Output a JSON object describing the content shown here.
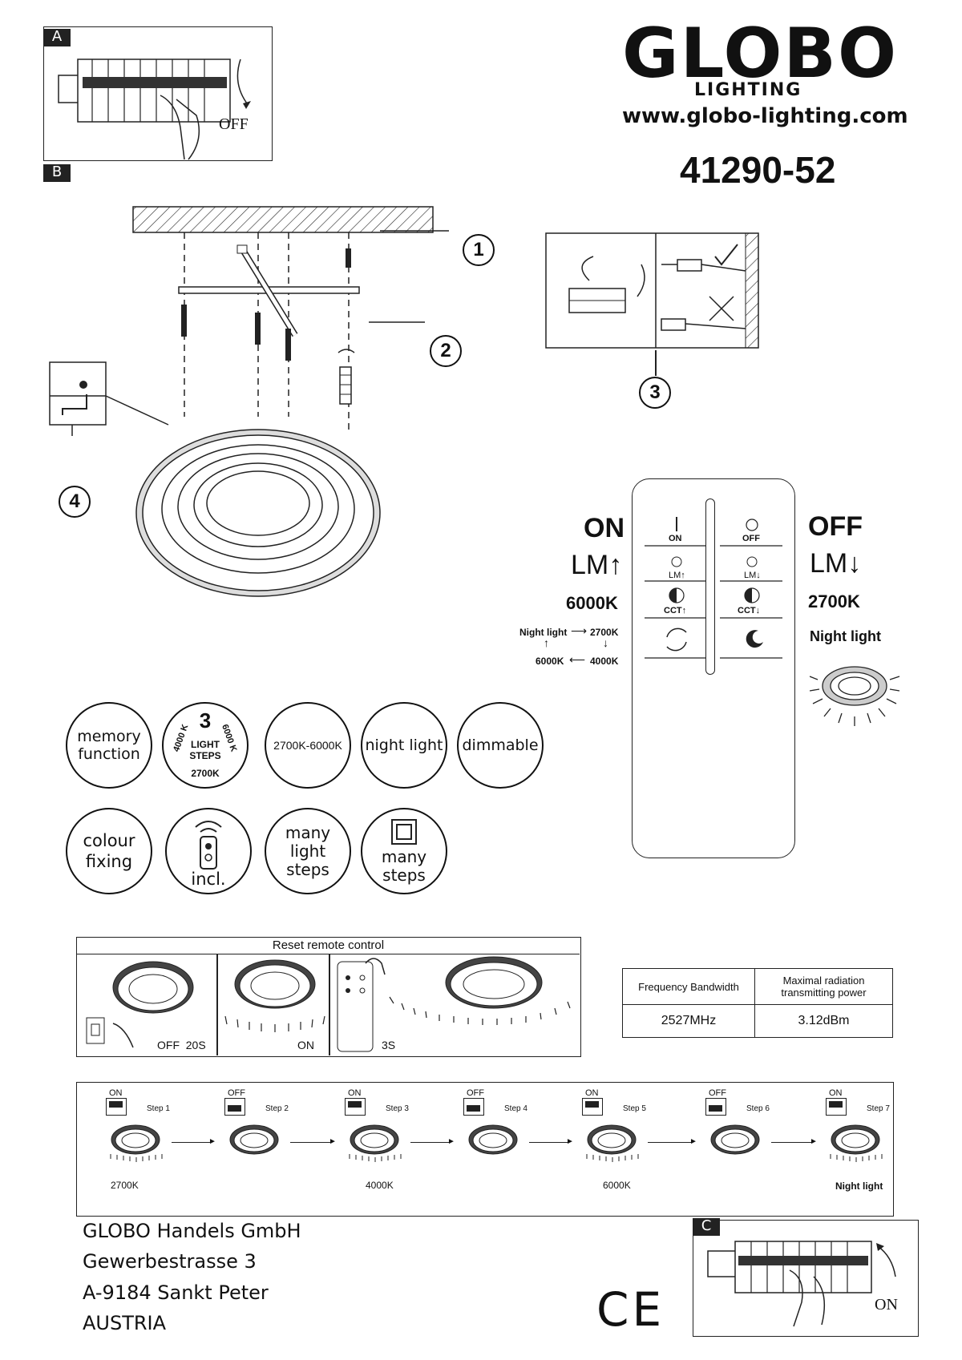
{
  "brand": {
    "name": "GLOBO",
    "sub": "LIGHTING",
    "url": "www.globo-lighting.com"
  },
  "model": "41290-52",
  "panels": {
    "a": "A",
    "b": "B",
    "c": "C"
  },
  "panel_a": {
    "off_label": "OFF"
  },
  "panel_c": {
    "on_label": "ON"
  },
  "steps_numbers": [
    "1",
    "2",
    "3",
    "4"
  ],
  "remote_labels": {
    "left": {
      "on": "ON",
      "lm": "LM",
      "k": "6000K"
    },
    "right": {
      "off": "OFF",
      "lm": "LM",
      "k": "2700K",
      "night": "Night light"
    },
    "cycle": {
      "night": "Night light",
      "k2700": "2700K",
      "k6000": "6000K",
      "k4000": "4000K"
    },
    "buttons": {
      "on": "ON",
      "off": "OFF",
      "lm_up": "LM",
      "lm_down": "LM",
      "cct_up": "CCT",
      "cct_down": "CCT"
    }
  },
  "features": {
    "memory": "memory function",
    "steps3_num": "3",
    "steps3_text": "LIGHT STEPS",
    "steps3_k4000": "4000 K",
    "steps3_k6000": "6000 K",
    "steps3_k2700": "2700K",
    "cct_range": "2700K-6000K",
    "night": "night light",
    "dimmable": "dimmable",
    "colour": "colour fixing",
    "incl": "incl.",
    "many_light": "many light steps",
    "many_steps": "many steps"
  },
  "reset": {
    "title": "Reset remote control",
    "off20": "OFF  20S",
    "on": "ON",
    "s3": "3S"
  },
  "freq_table": {
    "h1": "Frequency Bandwidth",
    "h2": "Maximal radiation transmitting power",
    "v1": "2527MHz",
    "v2": "3.12dBm"
  },
  "sequence": {
    "steps": [
      {
        "state": "ON",
        "label": "Step 1"
      },
      {
        "state": "OFF",
        "label": "Step 2"
      },
      {
        "state": "ON",
        "label": "Step 3"
      },
      {
        "state": "OFF",
        "label": "Step 4"
      },
      {
        "state": "ON",
        "label": "Step 5"
      },
      {
        "state": "OFF",
        "label": "Step 6"
      },
      {
        "state": "ON",
        "label": "Step 7"
      }
    ],
    "k1": "2700K",
    "k3": "4000K",
    "k5": "6000K",
    "k7": "Night light"
  },
  "address": {
    "l1": "GLOBO Handels GmbH",
    "l2": "Gewerbestrasse 3",
    "l3": "A-9184 Sankt Peter",
    "l4": "AUSTRIA"
  },
  "ce": "CE"
}
